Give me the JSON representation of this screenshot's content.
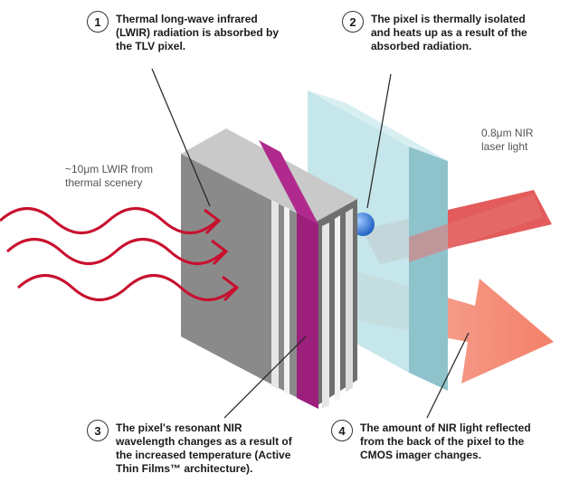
{
  "callouts": [
    {
      "number": "1",
      "text": "Thermal long-wave infrared\n(LWIR) radiation is absorbed by\nthe TLV pixel."
    },
    {
      "number": "2",
      "text": "The pixel is thermally isolated\nand heats up as a result of the\nabsorbed radiation."
    },
    {
      "number": "3",
      "text": "The pixel's resonant NIR\nwavelength changes as a result of\nthe increased temperature (Active\nThin Films™ architecture)."
    },
    {
      "number": "4",
      "text": "The amount of NIR light reflected\nfrom the back of the pixel to the\nCMOS imager changes."
    }
  ],
  "labels": {
    "lwir_source": "~10μm LWIR from\nthermal scenery",
    "nir_laser": "0.8μm NIR\nlaser light"
  },
  "colors": {
    "wave": "#c8102e",
    "beam_in": "#e35b5b",
    "beam_out": "#f79a86",
    "pixel_body": "#8a8a8a",
    "magenta_layer": "#9c1f7c",
    "glass": "#bfe3e8"
  }
}
